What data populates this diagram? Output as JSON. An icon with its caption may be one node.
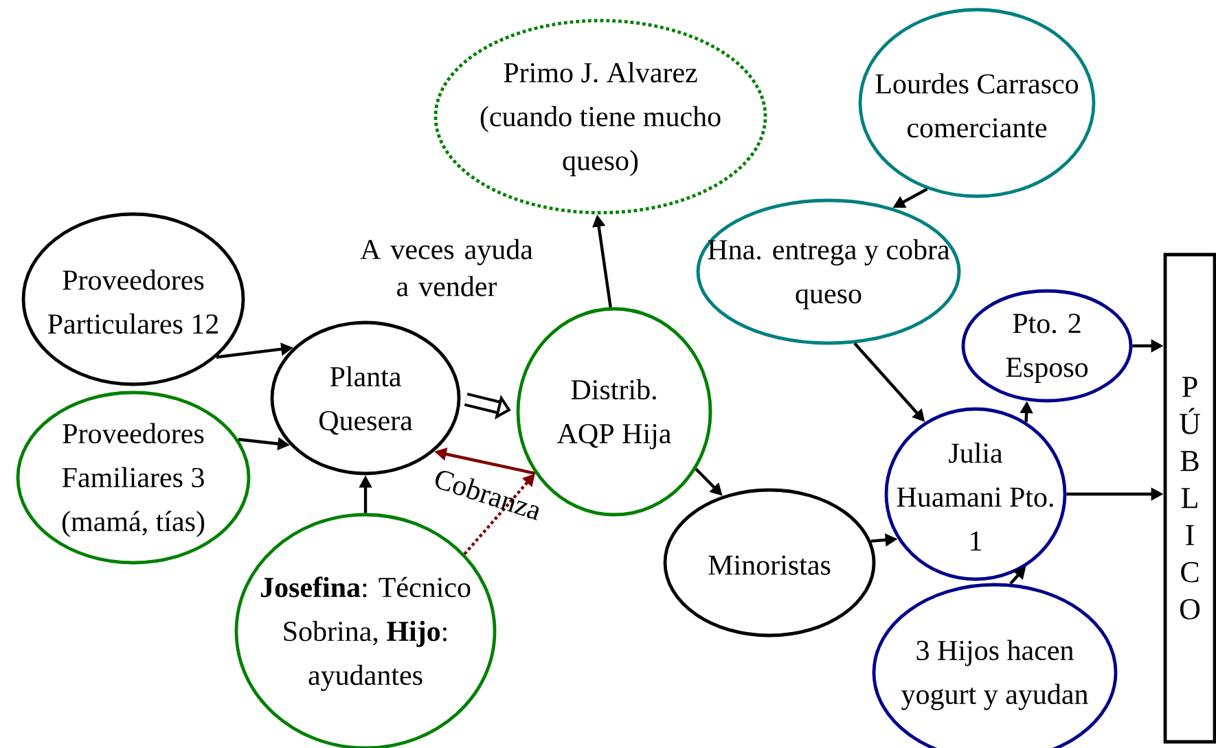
{
  "diagram": {
    "nodes": [
      {
        "text": [
          "Proveedores Particulares 12"
        ]
      },
      {
        "text": [
          "Proveedores Familiares 3 (mamá, tías)"
        ]
      },
      {
        "text": [
          "Planta Quesera"
        ]
      },
      {
        "text": [
          "**Josefina**: Técnico Sobrina, **Hijo**: ayudantes"
        ]
      },
      {
        "text": [
          "Distrib. AQP Hija"
        ]
      },
      {
        "text": [
          "Primo J. Alvarez (cuando tiene mucho queso)"
        ]
      },
      {
        "text": [
          "Minoristas"
        ]
      },
      {
        "text": [
          "Lourdes Carrasco comerciante"
        ]
      },
      {
        "text": [
          "Hna. entrega y cobra queso"
        ]
      },
      {
        "text": [
          "Pto. 2 Esposo"
        ]
      },
      {
        "text": [
          "Julia Huamani Pto. 1"
        ]
      },
      {
        "text": [
          "3 Hijos hacen yogurt y ayudan"
        ]
      },
      {
        "text": [
          "PÚBLICO"
        ]
      }
    ],
    "edges": [
      {
        "from": 0,
        "to": 2,
        "arrow": "to"
      },
      {
        "from": 1,
        "to": 2,
        "arrow": "to"
      },
      {
        "from": 3,
        "to": 2,
        "arrow": "to"
      },
      {
        "from": 2,
        "to": 4,
        "arrow": "to",
        "style": "thick"
      },
      {
        "from": 4,
        "to": 5,
        "arrow": "to",
        "label": "A veces ayuda a vender"
      },
      {
        "from": 4,
        "to": 2,
        "arrow": "to",
        "label": "Cobranza",
        "color": "#800000"
      },
      {
        "from": 3,
        "to": 4,
        "arrow": "to",
        "style": "dashed",
        "color": "#800000"
      },
      {
        "from": 4,
        "to": 6,
        "arrow": "to"
      },
      {
        "from": 7,
        "to": 8,
        "arrow": "to"
      },
      {
        "from": 8,
        "to": 10,
        "arrow": "to"
      },
      {
        "from": 6,
        "to": 10,
        "arrow": "to"
      },
      {
        "from": 10,
        "to": 9,
        "arrow": "to"
      },
      {
        "from": 9,
        "to": 12,
        "arrow": "to"
      },
      {
        "from": 10,
        "to": 12,
        "arrow": "to"
      },
      {
        "from": 11,
        "to": 10,
        "arrow": "to"
      }
    ]
  }
}
